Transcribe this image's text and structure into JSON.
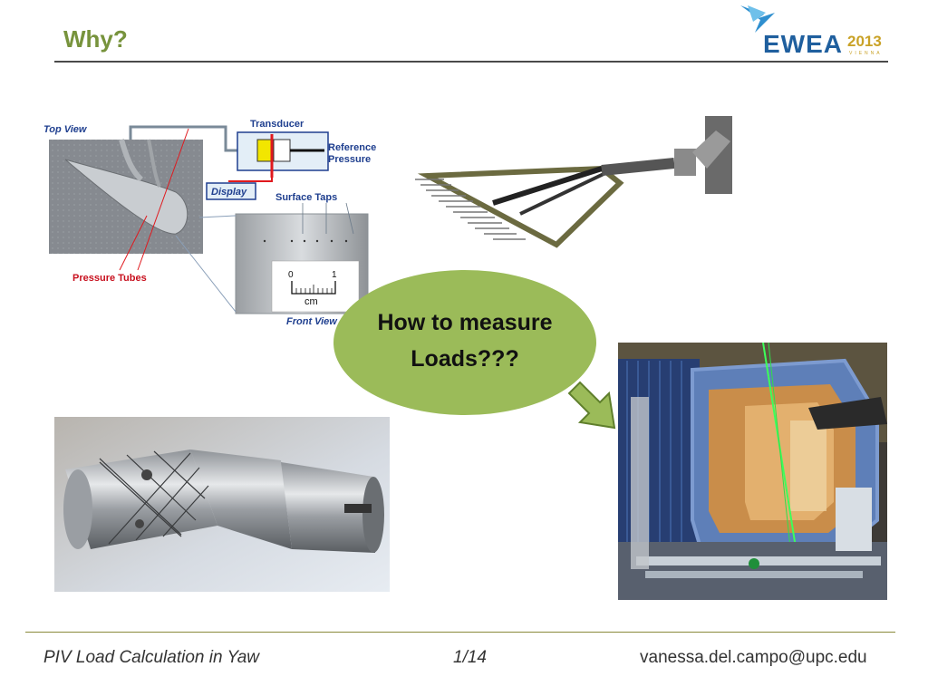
{
  "slide": {
    "title": "Why?",
    "bubble_line1": "How to measure",
    "bubble_line2": "Loads???"
  },
  "logo": {
    "name": "EWEA",
    "year": "2013",
    "city": "VIENNA"
  },
  "figure_pressure": {
    "top_view": "Top View",
    "transducer": "Transducer",
    "reference": "Reference",
    "pressure": "Pressure",
    "display": "Display",
    "surface_taps": "Surface  Taps",
    "pressure_tubes": "Pressure  Tubes",
    "scale_0": "0",
    "scale_1": "1",
    "scale_unit": "cm",
    "front_view": "Front View"
  },
  "footer": {
    "left": "PIV  Load Calculation in Yaw",
    "page": "1/14",
    "email": "vanessa.del.campo@upc.edu"
  },
  "colors": {
    "title_green": "#77933c",
    "bubble_green": "#9bbb59",
    "logo_blue": "#1f5f9e",
    "logo_gold": "#c9a227"
  }
}
